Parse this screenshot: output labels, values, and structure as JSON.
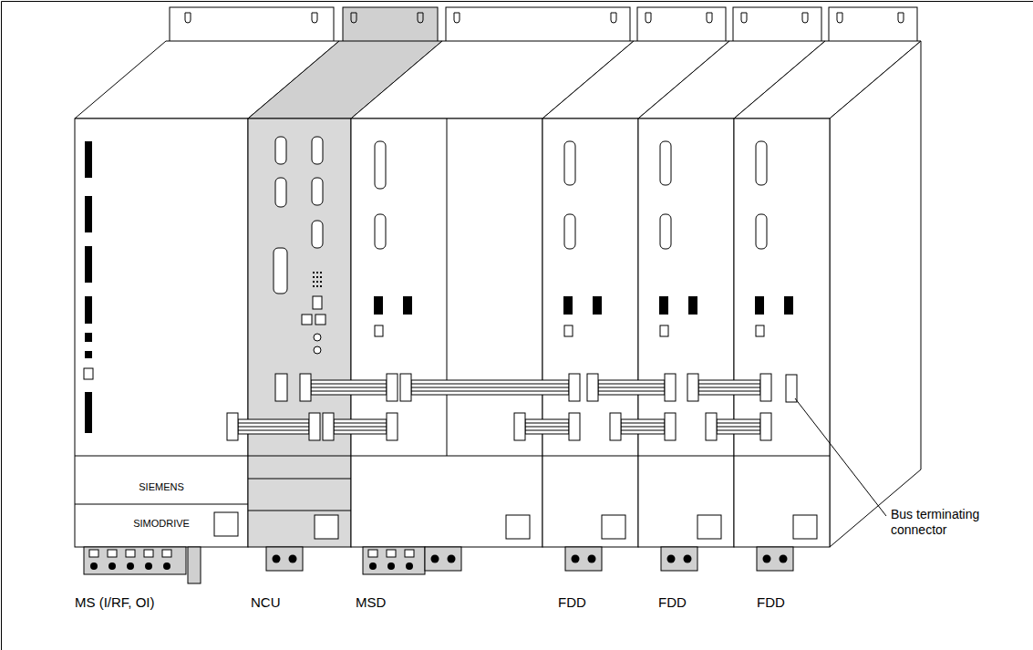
{
  "diagram": {
    "nodes": [
      {
        "text": [
          "SIEMENS",
          "SIMODRIVE",
          "MS (I/RF, OI)"
        ]
      },
      {
        "text": [
          "NCU"
        ]
      },
      {
        "text": [
          "MSD"
        ]
      },
      {
        "text": [
          "FDD"
        ]
      },
      {
        "text": [
          "FDD"
        ]
      },
      {
        "text": [
          "FDD"
        ]
      }
    ],
    "edges": [
      {
        "from": 0,
        "to": 1,
        "arrow": "none"
      },
      {
        "from": 1,
        "to": 2,
        "arrow": "none"
      },
      {
        "from": 1,
        "to": 2,
        "arrow": "none"
      },
      {
        "from": 2,
        "to": 3,
        "arrow": "none"
      },
      {
        "from": 2,
        "to": 3,
        "arrow": "none"
      },
      {
        "from": 3,
        "to": 4,
        "arrow": "none"
      },
      {
        "from": 3,
        "to": 4,
        "arrow": "none"
      },
      {
        "from": 4,
        "to": 5,
        "arrow": "none"
      },
      {
        "from": 4,
        "to": 5,
        "arrow": "none"
      }
    ],
    "labels": [
      "Bus terminating connector"
    ]
  }
}
